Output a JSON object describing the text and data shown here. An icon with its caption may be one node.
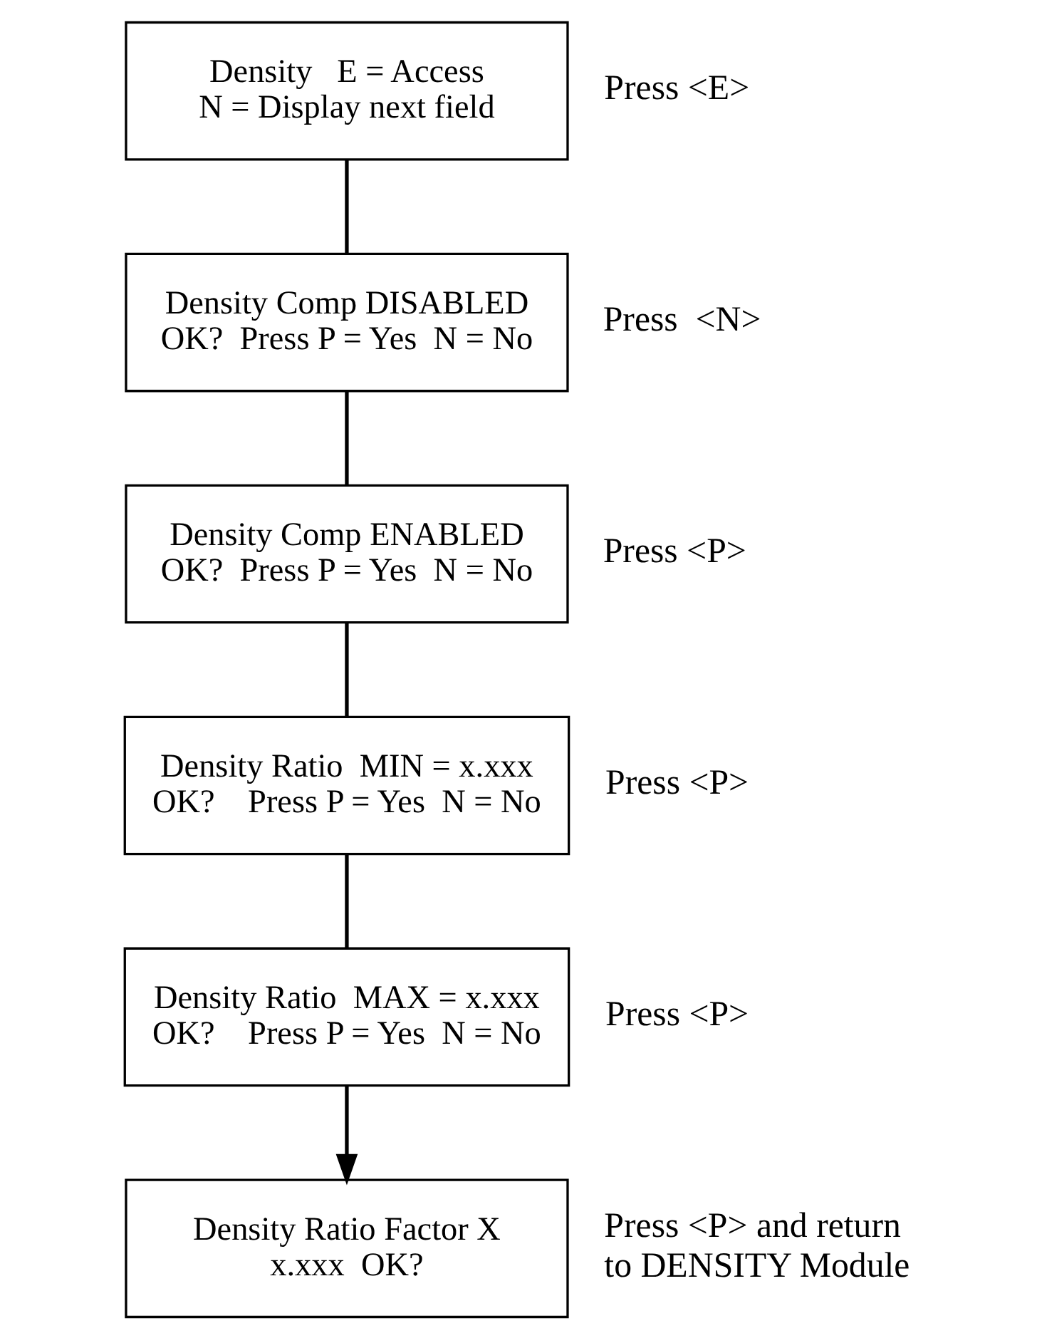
{
  "diagram": {
    "nodes": [
      {
        "text": [
          "Density   E = Access",
          "N = Display next field"
        ],
        "beside": [
          "Press <E>"
        ]
      },
      {
        "text": [
          "Density Comp DISABLED",
          "OK?  Press P = Yes  N = No"
        ],
        "beside": [
          "Press  <N>"
        ]
      },
      {
        "text": [
          "Density Comp ENABLED",
          "OK?  Press P = Yes  N = No"
        ],
        "beside": [
          "Press <P>"
        ]
      },
      {
        "text": [
          "Density Ratio  MIN = x.xxx",
          "OK?    Press P = Yes  N = No"
        ],
        "beside": [
          "Press <P>"
        ]
      },
      {
        "text": [
          "Density Ratio  MAX = x.xxx",
          "OK?    Press P = Yes  N = No"
        ],
        "beside": [
          "Press <P>"
        ]
      },
      {
        "text": [
          "Density Ratio Factor X",
          "x.xxx  OK?"
        ],
        "beside": [
          "Press <P> and return to DENSITY Module"
        ]
      }
    ],
    "edges": [
      {
        "from": 0,
        "to": 1,
        "arrow": "none"
      },
      {
        "from": 1,
        "to": 2,
        "arrow": "none"
      },
      {
        "from": 2,
        "to": 3,
        "arrow": "none"
      },
      {
        "from": 3,
        "to": 4,
        "arrow": "none"
      },
      {
        "from": 4,
        "to": 5,
        "arrow": "to"
      }
    ]
  }
}
